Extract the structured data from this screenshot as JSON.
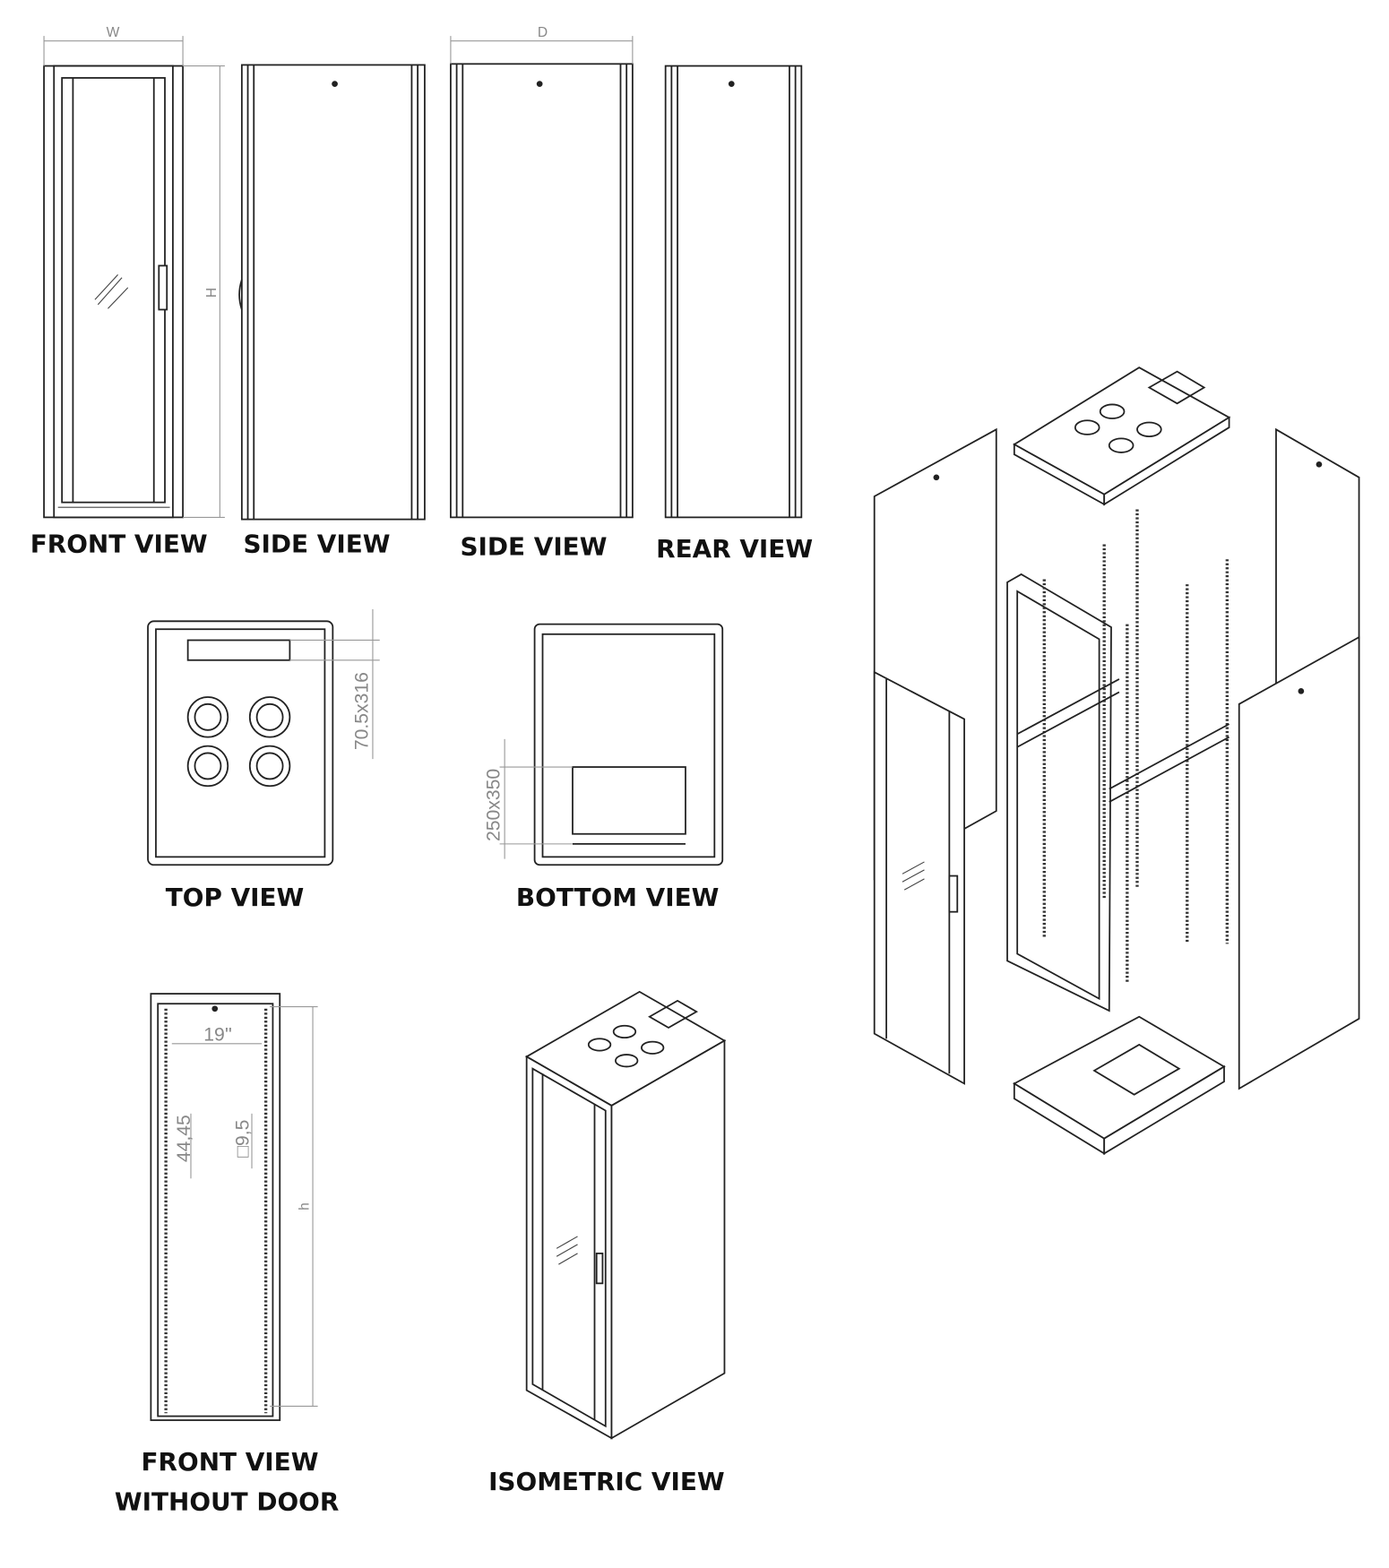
{
  "labels": {
    "front_view": "FRONT VIEW",
    "side_view_1": "SIDE VIEW",
    "side_view_2": "SIDE VIEW",
    "rear_view": "REAR VIEW",
    "top_view": "TOP VIEW",
    "bottom_view": "BOTTOM VIEW",
    "front_view_no_door_line1": "FRONT VIEW",
    "front_view_no_door_line2": "WITHOUT DOOR",
    "isometric_view": "ISOMETRIC VIEW"
  },
  "dimensions": {
    "width": "W",
    "depth": "D",
    "height": "H",
    "top_cutout": "70.5x316",
    "bottom_cutout": "250x350",
    "rail_width": "19''",
    "unit_pitch": "44,45",
    "square_hole": "□9,5",
    "usable_height": "h"
  }
}
